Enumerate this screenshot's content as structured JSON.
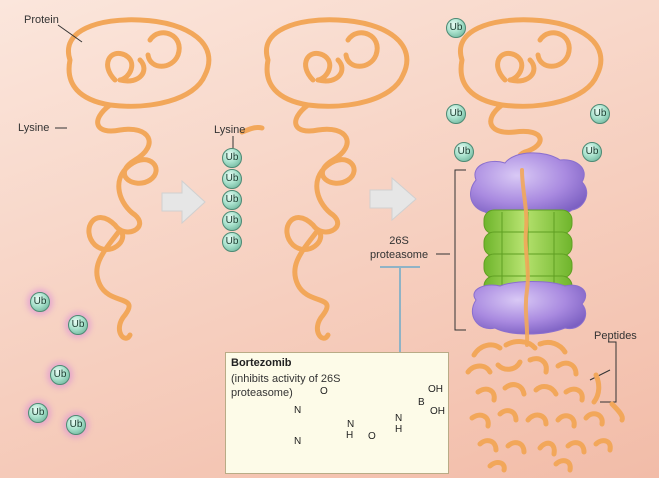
{
  "labels": {
    "protein": "Protein",
    "lysine_1": "Lysine",
    "lysine_2": "Lysine",
    "proteasome": "26S\nproteasome",
    "peptides": "Peptides"
  },
  "ubiquitin": "Ub",
  "drug": {
    "name": "Bortezomib",
    "description": "(inhibits activity of 26S proteasome)",
    "atoms": {
      "N": "N",
      "H": "H",
      "O": "O",
      "B": "B",
      "OH": "OH"
    }
  },
  "colors": {
    "protein_strand": "#f2a75a",
    "ubiquitin": "#a8e1cc",
    "proteasome_cap": "#a98ae0",
    "proteasome_core": "#8fcf45",
    "arrow": "#e6e6e6",
    "inhibitor_line": "#8fb3c6"
  }
}
